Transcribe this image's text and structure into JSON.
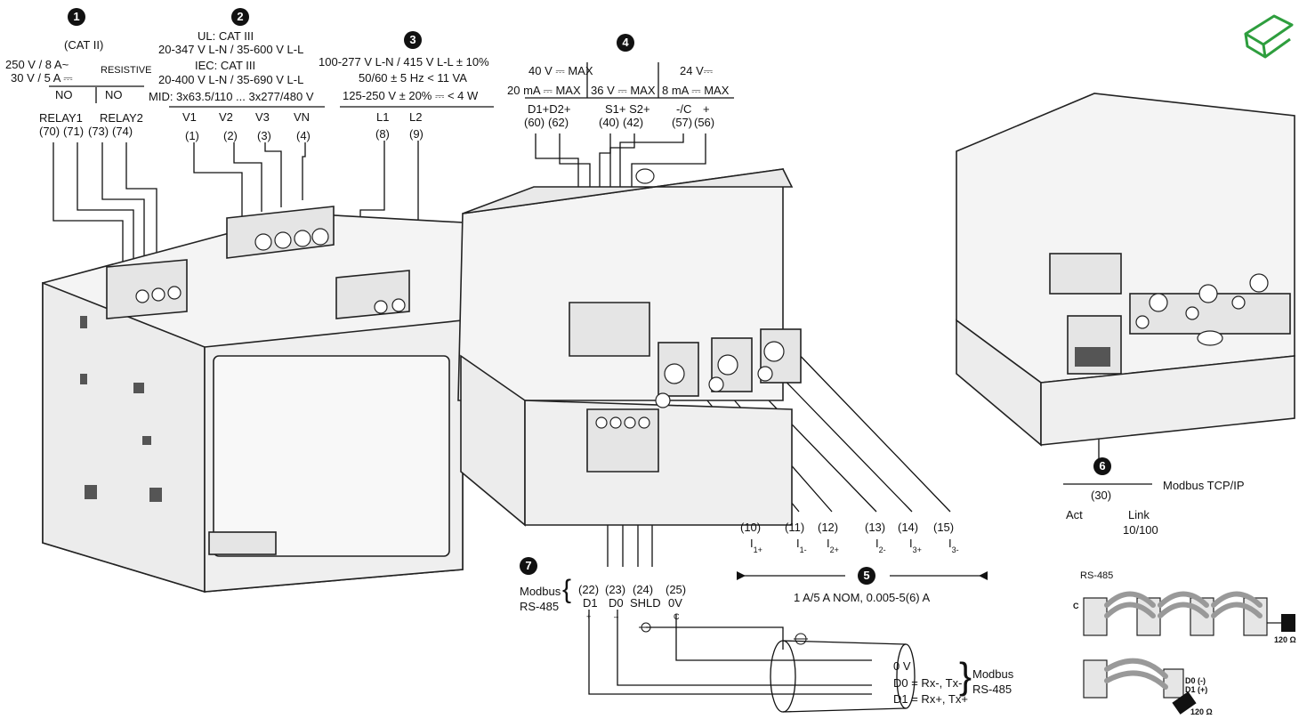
{
  "badges": [
    "1",
    "2",
    "3",
    "4",
    "5",
    "6",
    "7"
  ],
  "relay": {
    "cat": "(CAT II)",
    "rating1": "250 V / 8 A~",
    "rating2": "30 V / 5 A ⎓",
    "resistive": "RESISTIVE",
    "no1": "NO",
    "no2": "NO",
    "relay1": "RELAY1",
    "relay2": "RELAY2",
    "t70": "(70)",
    "t71": "(71)",
    "t73": "(73)",
    "t74": "(74)"
  },
  "voltage": {
    "ul": "UL: CAT III",
    "ul_range": "20-347 V L-N / 35-600 V L-L",
    "iec": "IEC: CAT III",
    "iec_range": "20-400 V L-N / 35-690 V L-L",
    "mid": "MID: 3x63.5/110 ... 3x277/480 V",
    "v1": "V1",
    "v2": "V2",
    "v3": "V3",
    "vn": "VN",
    "t1": "(1)",
    "t2": "(2)",
    "t3": "(3)",
    "t4": "(4)"
  },
  "power": {
    "line1": "100-277 V L-N / 415 V L-L ± 10%",
    "line2": "50/60 ± 5 Hz < 11 VA",
    "line3": "125-250 V ± 20% ⎓ < 4 W",
    "l1": "L1",
    "l2": "L2",
    "t8": "(8)",
    "t9": "(9)"
  },
  "io": {
    "v40": "40 V ⎓ MAX",
    "ma20": "20 mA ⎓ MAX",
    "v36": "36 V ⎓ MAX",
    "v24": "24 V⎓",
    "ma8": "8 mA ⎓ MAX",
    "d1d2": "D1+D2+",
    "s1s2": "S1+ S2+",
    "minus_c": "-/C",
    "plus": "+",
    "t60": "(60)",
    "t62": "(62)",
    "t40": "(40)",
    "t42": "(42)",
    "t57": "(57)",
    "t56": "(56)"
  },
  "current": {
    "t10": "(10)",
    "t11": "(11)",
    "t12": "(12)",
    "t13": "(13)",
    "t14": "(14)",
    "t15": "(15)",
    "i1p": "I",
    "i1p_sub": "1+",
    "i1m": "I",
    "i1m_sub": "1-",
    "i2p": "I",
    "i2p_sub": "2+",
    "i2m": "I",
    "i2m_sub": "2-",
    "i3p": "I",
    "i3p_sub": "3+",
    "i3m": "I",
    "i3m_sub": "3-",
    "rating": "1 A/5 A NOM, 0.005-5(6) A"
  },
  "modbus485": {
    "title1": "Modbus",
    "title2": "RS-485",
    "t22": "(22)",
    "t23": "(23)",
    "t24": "(24)",
    "t25": "(25)",
    "d1": "D1",
    "d0": "D0",
    "shld": "SHLD",
    "ov": "0V",
    "plus": "+",
    "minus": "–",
    "c": "C",
    "w0v": "0 V",
    "wd0": "D0 = Rx-, Tx-",
    "wd1": "D1 = Rx+, Tx+",
    "bus1": "Modbus",
    "bus2": "RS-485"
  },
  "ethernet": {
    "t30": "(30)",
    "title": "Modbus TCP/IP",
    "act": "Act",
    "link": "Link",
    "speed": "10/100"
  },
  "rs485_detail": {
    "title": "RS-485",
    "r1": "120 Ω",
    "r2": "120 Ω",
    "c": "C",
    "d0": "D0 (-)",
    "d1": "D1 (+)"
  },
  "colors": {
    "accent": "#2e9e3e",
    "line": "#111111",
    "device": "#f4f4f4"
  },
  "icons": [
    "book-icon"
  ]
}
